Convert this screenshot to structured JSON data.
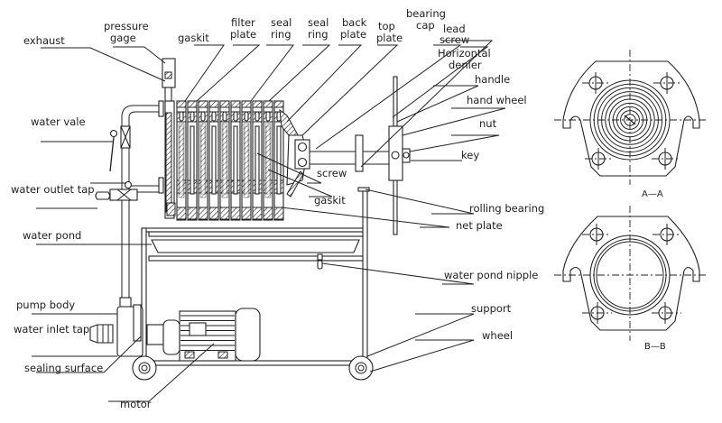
{
  "diagram": {
    "title": "Plate filter press structure",
    "labels": {
      "exhaust": "exhaust",
      "pressure_gage_1": "pressure",
      "pressure_gage_2": "gage",
      "gaskit_top": "gaskit",
      "filter_plate_1": "filter",
      "filter_plate_2": "plate",
      "seal_ring_a_1": "seal",
      "seal_ring_a_2": "ring",
      "seal_ring_b_1": "seal",
      "seal_ring_b_2": "ring",
      "back_plate_1": "back",
      "back_plate_2": "plate",
      "top_plate_1": "top",
      "top_plate_2": "plate",
      "bearing_cap_1": "bearing",
      "bearing_cap_2": "cap",
      "lead_screw_1": "lead",
      "lead_screw_2": "screw",
      "horizontal_denier_1": "Horizontal",
      "horizontal_denier_2": "denier",
      "handle": "handle",
      "hand_wheel": "hand wheel",
      "nut": "nut",
      "key": "key",
      "water_vale": "water vale",
      "water_outlet_tap": "water outlet tap",
      "screw": "screw",
      "gaskit_mid": "gaskit",
      "rolling_bearing": "rolling bearing",
      "net_plate": "net plate",
      "water_pond": "water pond",
      "water_pond_nipple": "water pond nipple",
      "pump_body": "pump body",
      "support": "support",
      "water_inlet_tap": "water inlet tap",
      "wheel": "wheel",
      "sealing_surface": "sealing surface",
      "motor": "motor"
    },
    "sections": {
      "a": "A—A",
      "b": "B—B"
    }
  }
}
